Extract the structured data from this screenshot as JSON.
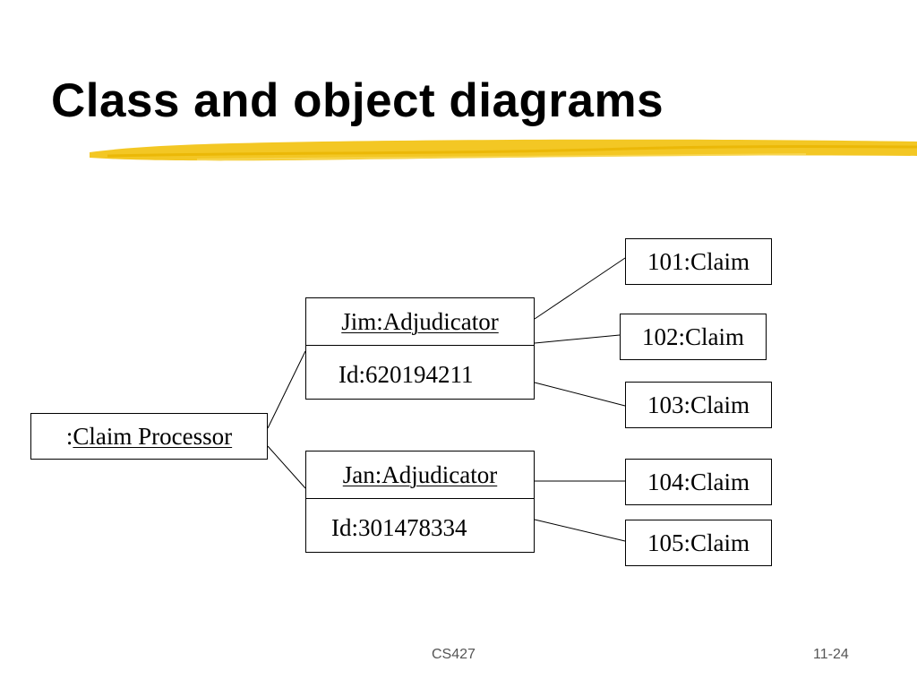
{
  "slide": {
    "title": "Class and object diagrams",
    "accent_color": "#F2C418"
  },
  "diagram": {
    "processor": {
      "prefix": ":",
      "name": "Claim Processor"
    },
    "adjudicators": [
      {
        "name": "Jim:Adjudicator",
        "attribute": "Id:620194211"
      },
      {
        "name": "Jan:Adjudicator",
        "attribute": "Id:301478334"
      }
    ],
    "claims": [
      "101:Claim",
      "102:Claim",
      "103:Claim",
      "104:Claim",
      "105:Claim"
    ]
  },
  "footer": {
    "course": "CS427",
    "page": "11-24"
  }
}
